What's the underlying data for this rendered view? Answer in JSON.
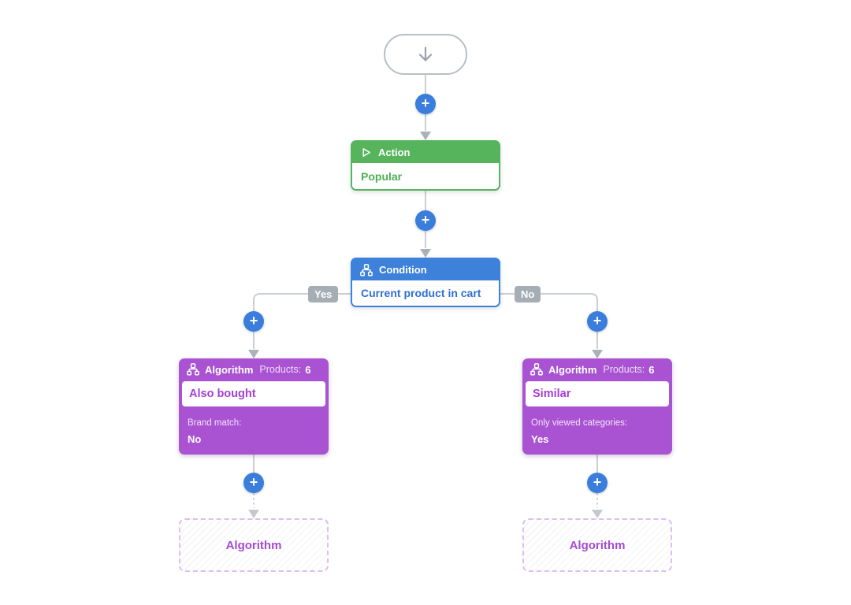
{
  "add_button": {
    "symbol": "+"
  },
  "start_node": {
    "icon": "arrow-down-icon"
  },
  "action_node": {
    "type_label": "Action",
    "value": "Popular"
  },
  "condition_node": {
    "type_label": "Condition",
    "value": "Current product in cart",
    "yes_label": "Yes",
    "no_label": "No"
  },
  "algorithm_left": {
    "type_label": "Algorithm",
    "products_label": "Products:",
    "products_count": "6",
    "value": "Also bought",
    "param_label": "Brand match:",
    "param_value": "No"
  },
  "algorithm_right": {
    "type_label": "Algorithm",
    "products_label": "Products:",
    "products_count": "6",
    "value": "Similar",
    "param_label": "Only viewed categories:",
    "param_value": "Yes"
  },
  "placeholder_left": {
    "label": "Algorithm"
  },
  "placeholder_right": {
    "label": "Algorithm"
  },
  "colors": {
    "action_green": "#56b45c",
    "condition_blue": "#3d81da",
    "algorithm_purple": "#a953d3",
    "add_button_blue": "#3b7ddb",
    "branch_badge_gray": "#a5adb5",
    "connector_gray": "#c9cfd5",
    "placeholder_purple_border": "#debcf0"
  }
}
